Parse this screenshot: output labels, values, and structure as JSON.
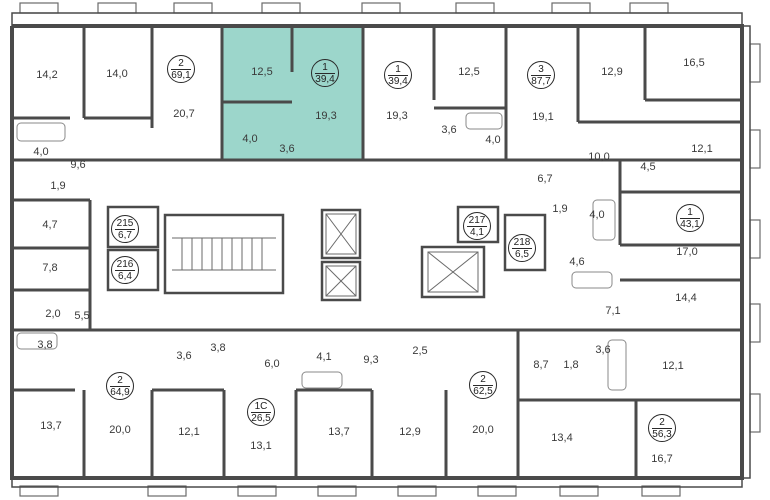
{
  "plan": {
    "colors": {
      "wall": "#4a4a4a",
      "selected": "#9cd6cb",
      "fixture": "#8a8a8a"
    },
    "apartments": [
      {
        "id": "apt-2-69",
        "rooms": "2",
        "area": "69,1"
      },
      {
        "id": "apt-1-39-4",
        "rooms": "1",
        "area": "39,4",
        "selected": true
      },
      {
        "id": "apt-1-39-4b",
        "rooms": "1",
        "area": "39,4"
      },
      {
        "id": "apt-3-87",
        "rooms": "3",
        "area": "87,7"
      },
      {
        "id": "apt-1-43",
        "rooms": "1",
        "area": "43,1"
      },
      {
        "id": "apt-2-64",
        "rooms": "2",
        "area": "64,9"
      },
      {
        "id": "apt-1c-26",
        "rooms": "1С",
        "area": "26,5"
      },
      {
        "id": "apt-2-62",
        "rooms": "2",
        "area": "62,5"
      },
      {
        "id": "apt-2-56",
        "rooms": "2",
        "area": "56,3"
      }
    ],
    "storage_units": [
      {
        "id": "unit-215",
        "number": "215",
        "area": "6,7"
      },
      {
        "id": "unit-216",
        "number": "216",
        "area": "6,4"
      },
      {
        "id": "unit-217",
        "number": "217",
        "area": "4,1"
      },
      {
        "id": "unit-218",
        "number": "218",
        "area": "6,5"
      }
    ],
    "room_areas": [
      "14,2",
      "14,0",
      "20,7",
      "12,5",
      "19,3",
      "4,0",
      "3,6",
      "19,3",
      "12,5",
      "3,6",
      "4,0",
      "19,1",
      "12,9",
      "16,5",
      "10,0",
      "4,5",
      "12,1",
      "6,7",
      "4,0",
      "9,6",
      "1,9",
      "4,7",
      "1,9",
      "4,0",
      "17,0",
      "7,8",
      "4,6",
      "14,4",
      "2,0",
      "5,5",
      "3,8",
      "7,1",
      "3,6",
      "3,8",
      "6,0",
      "4,1",
      "9,3",
      "2,5",
      "8,7",
      "1,8",
      "3,6",
      "12,1",
      "13,7",
      "20,0",
      "12,1",
      "13,1",
      "13,7",
      "12,9",
      "20,0",
      "13,4",
      "16,7"
    ]
  }
}
